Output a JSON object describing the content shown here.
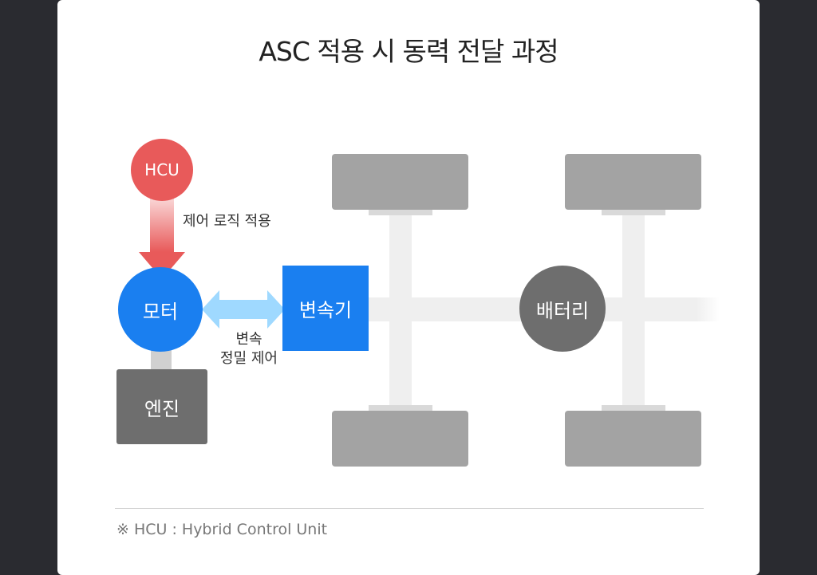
{
  "title": "ASC 적용 시 동력 전달 과정",
  "nodes": {
    "hcu": "HCU",
    "motor": "모터",
    "engine": "엔진",
    "transmission": "변속기",
    "battery": "배터리"
  },
  "edges": {
    "hcu_to_motor": "제어 로직 적용",
    "motor_to_transmission_line1": "변속",
    "motor_to_transmission_line2": "정밀 제어"
  },
  "footnote": "※ HCU : Hybrid Control Unit",
  "colors": {
    "hcu": "#e85a5a",
    "motor": "#1a7ff0",
    "transmission": "#1a7ff0",
    "engine": "#6e6e6e",
    "battery": "#6e6e6e",
    "wheel": "#a3a3a3",
    "arrow_blue": "#9fd9ff"
  }
}
